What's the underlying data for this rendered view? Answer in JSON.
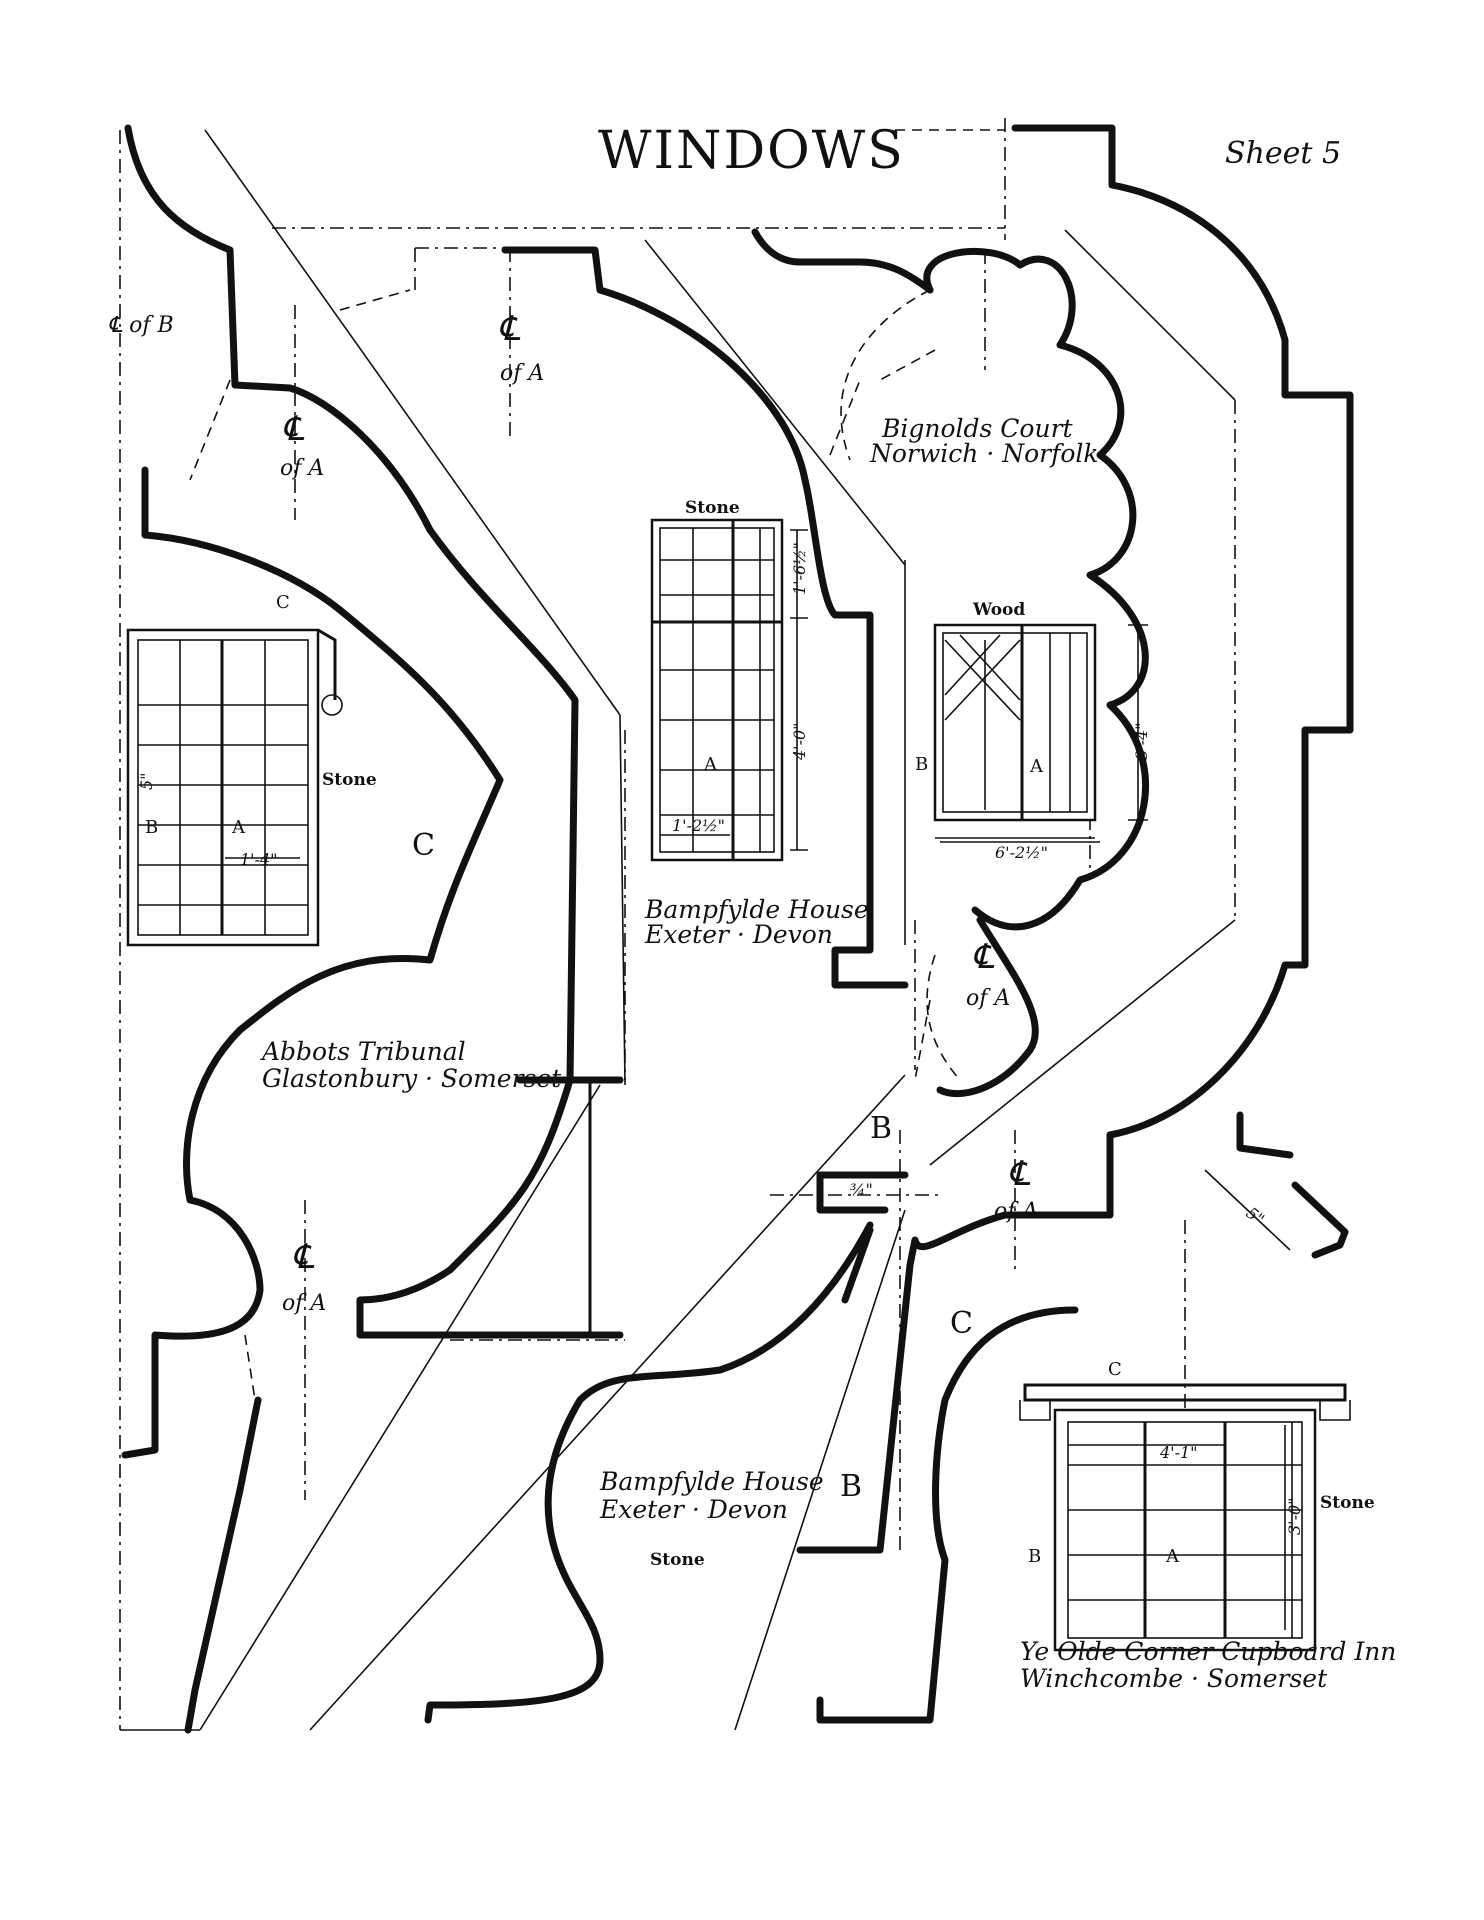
{
  "header": {
    "title": "WINDOWS",
    "sheet": "Sheet 5"
  },
  "windows": {
    "bignolds": {
      "name": "Bignolds Court",
      "location": "Norwich · Norfolk",
      "material": "Wood",
      "dim_height": "3'-4\"",
      "dim_width": "6'-2½\""
    },
    "bampfylde_top": {
      "name": "Bampfylde House",
      "location": "Exeter · Devon",
      "material": "Stone",
      "dim_upper": "1'-6½\"",
      "dim_lower": "4'-0\"",
      "dim_pane": "1'-2½\""
    },
    "abbots": {
      "name": "Abbots Tribunal",
      "location": "Glastonbury · Somerset",
      "material": "Stone",
      "dim_pane": "1'-4\"",
      "dim_side": "5\""
    },
    "bampfylde_bottom": {
      "name": "Bampfylde House",
      "location": "Exeter · Devon",
      "material": "Stone"
    },
    "olde_corner": {
      "name": "Ye Olde Corner Cupboard Inn",
      "location": "Winchcombe · Somerset",
      "material": "Stone",
      "dim_width": "4'-1\"",
      "dim_height": "3'-0\""
    }
  },
  "labels": {
    "cl_of_a": "℄ of A",
    "cl_of_b": "℄ of B",
    "cl": "℄",
    "of_a": "of A",
    "section_a": "A",
    "section_b": "B",
    "section_c": "C",
    "dim_three_quarter": "¾\"",
    "dim_five": "5\""
  }
}
